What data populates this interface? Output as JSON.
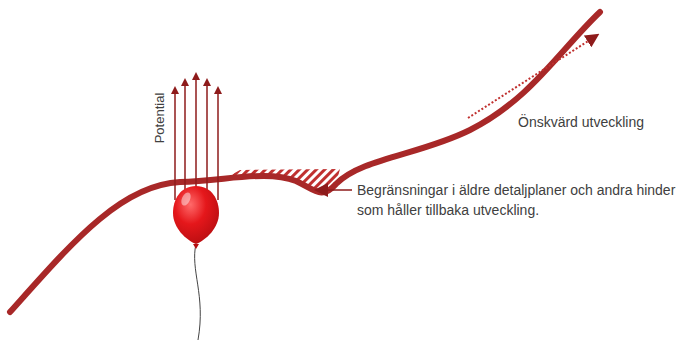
{
  "diagram": {
    "labels": [
      "Potential",
      "Begränsningar i äldre detaljplaner och andra hinder som håller tillbaka utveckling.",
      "Önskvärd utveckling"
    ]
  }
}
